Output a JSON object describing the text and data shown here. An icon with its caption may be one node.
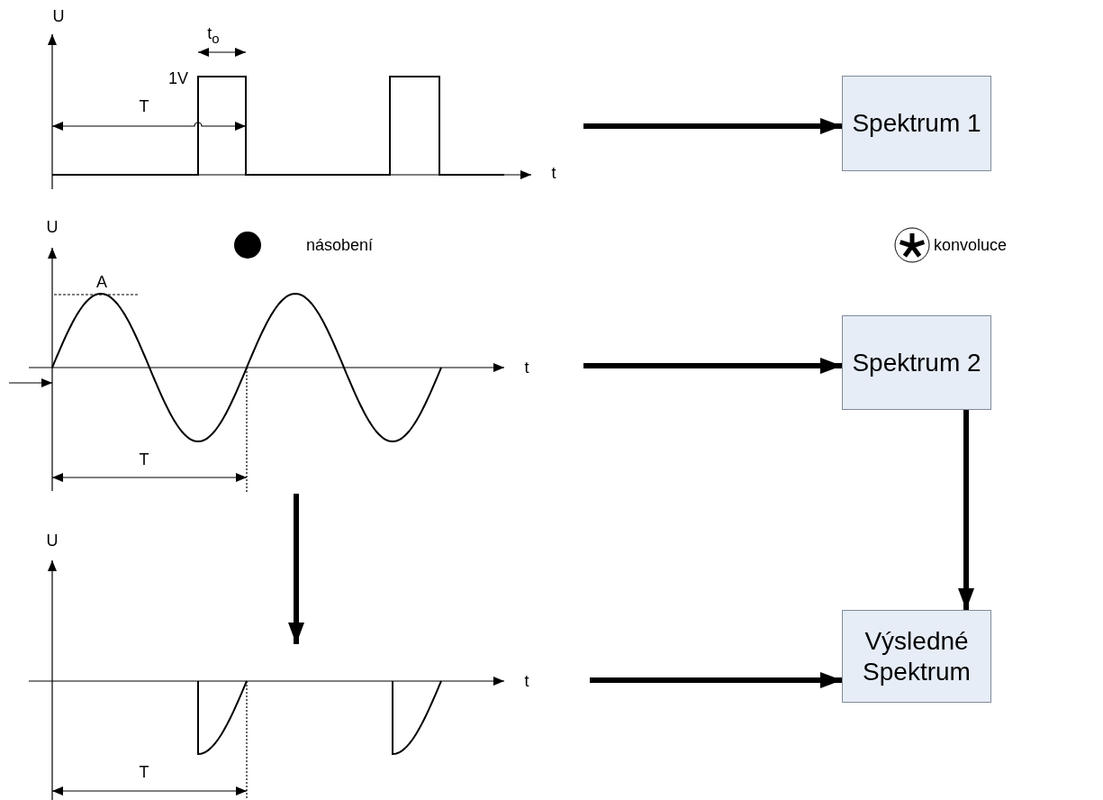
{
  "diagram": {
    "nodes": [
      {
        "text": [
          "U",
          "t$_{o}$",
          "1V",
          "T",
          "t"
        ]
      },
      {
        "text": [
          "Spektrum 1"
        ]
      },
      {
        "text": [
          "U",
          "A",
          "t",
          "T"
        ]
      },
      {
        "text": [
          "Spektrum 2"
        ]
      },
      {
        "text": [
          "U",
          "t",
          "T"
        ]
      },
      {
        "text": [
          "Výsledné Spektrum"
        ]
      }
    ],
    "edges": [
      {
        "from": 0,
        "to": 1,
        "arrow": "to"
      },
      {
        "from": 2,
        "to": 3,
        "arrow": "to"
      },
      {
        "from": 2,
        "to": 4,
        "arrow": "to"
      },
      {
        "from": 3,
        "to": 5,
        "arrow": "to"
      },
      {
        "from": 4,
        "to": 5,
        "arrow": "to"
      }
    ],
    "labels": [
      "násobení",
      "konvoluce"
    ]
  }
}
